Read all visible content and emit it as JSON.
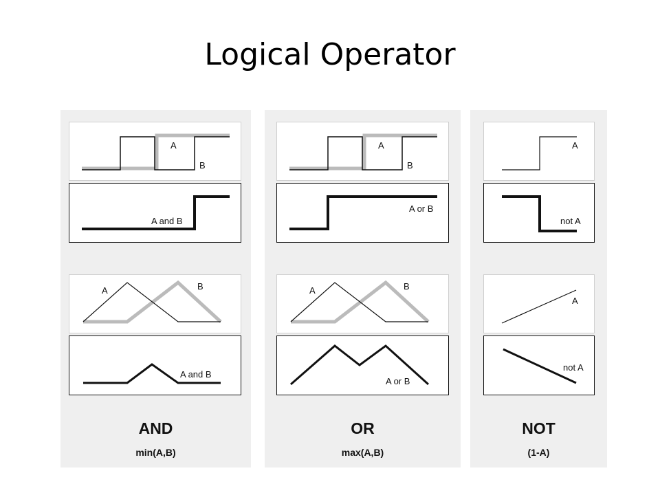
{
  "slide": {
    "title": "Logical Operator"
  },
  "colors": {
    "panel": "#efefef",
    "input_a": "#111111",
    "input_b": "#bbbbbb",
    "result": "#111111"
  },
  "operators": [
    {
      "id": "and",
      "name": "AND",
      "formula": "min(A,B)",
      "crisp": {
        "input_labels": [
          "A",
          "B"
        ],
        "result_label": "A and B"
      },
      "fuzzy": {
        "input_labels": [
          "A",
          "B"
        ],
        "result_label": "A and B"
      }
    },
    {
      "id": "or",
      "name": "OR",
      "formula": "max(A,B)",
      "crisp": {
        "input_labels": [
          "A",
          "B"
        ],
        "result_label": "A or B"
      },
      "fuzzy": {
        "input_labels": [
          "A",
          "B"
        ],
        "result_label": "A or B"
      }
    },
    {
      "id": "not",
      "name": "NOT",
      "formula": "(1-A)",
      "crisp": {
        "input_labels": [
          "A"
        ],
        "result_label": "not A"
      },
      "fuzzy": {
        "input_labels": [
          "A"
        ],
        "result_label": "not A"
      }
    }
  ]
}
